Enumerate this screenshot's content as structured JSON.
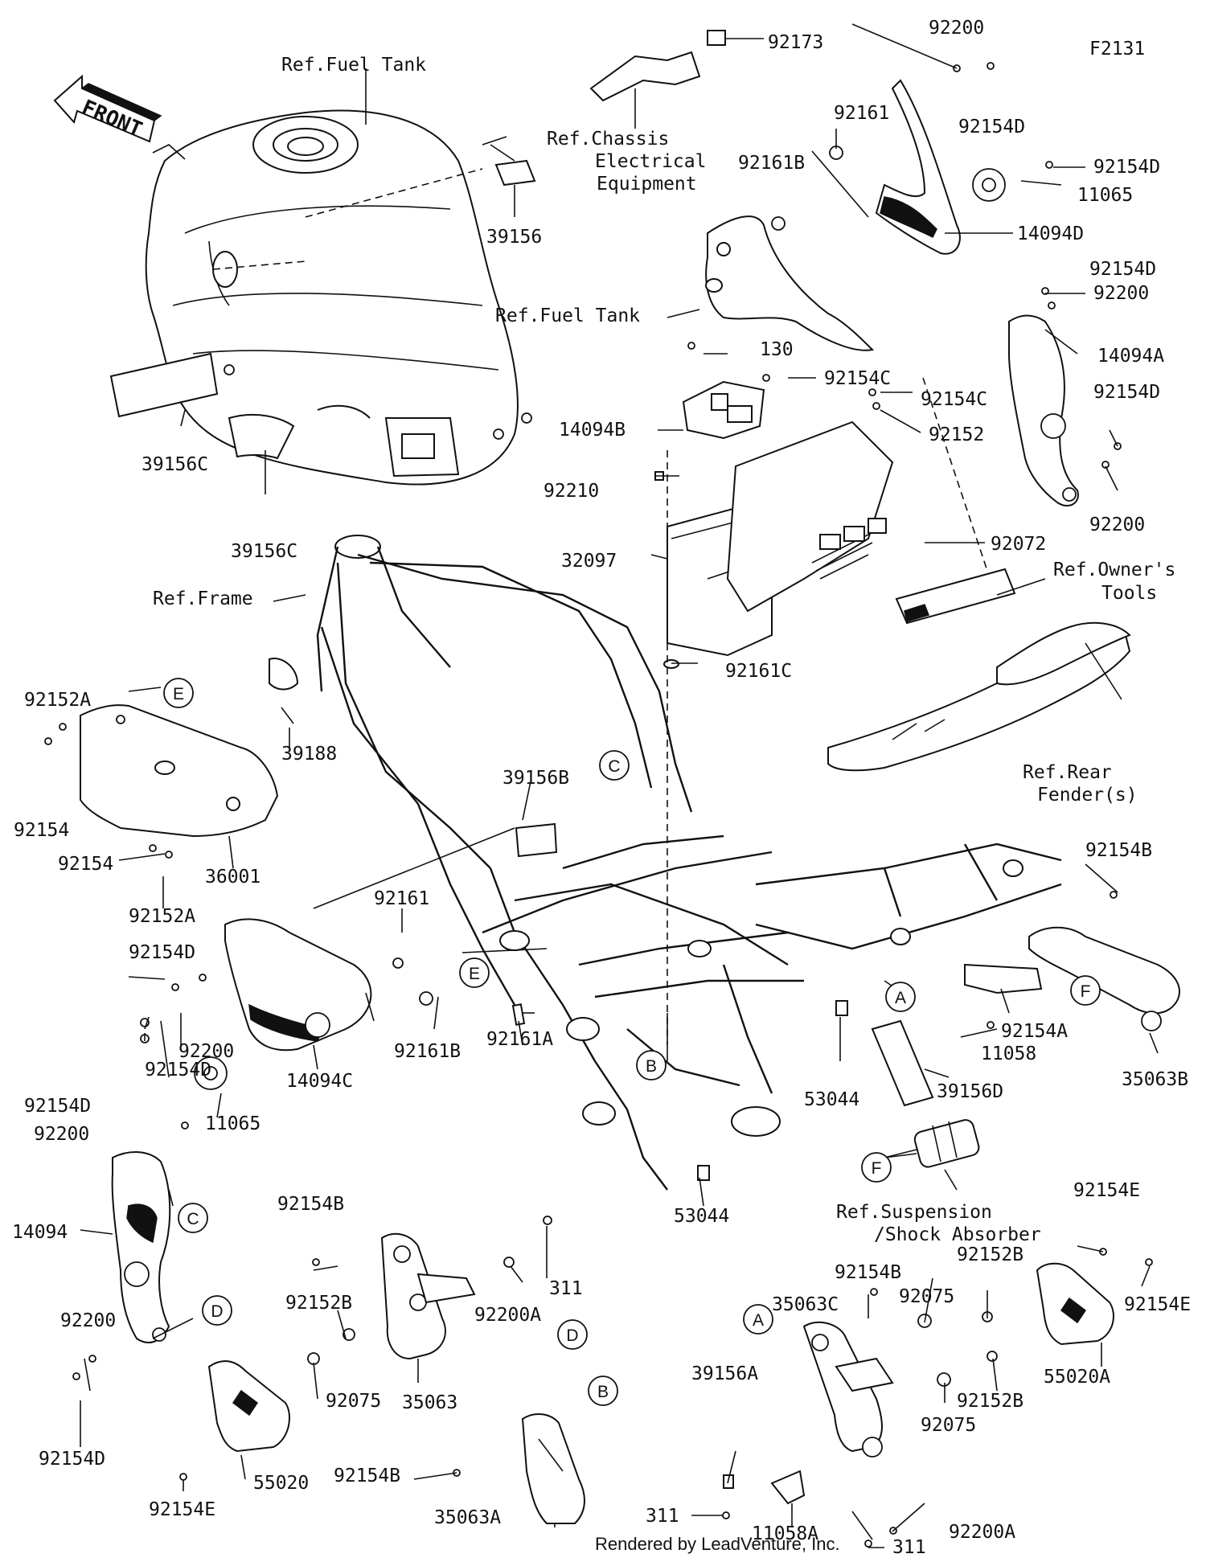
{
  "figure_code": "F2131",
  "front_arrow_label": "FRONT",
  "footer": "Rendered by LeadVenture, Inc.",
  "refs": {
    "fuel_tank_top": "Ref.Fuel Tank",
    "chassis_electrical_1": "Ref.Chassis",
    "chassis_electrical_2": "Electrical",
    "chassis_electrical_3": "Equipment",
    "fuel_tank_mid": "Ref.Fuel Tank",
    "owners_tools_1": "Ref.Owner's",
    "owners_tools_2": "Tools",
    "frame": "Ref.Frame",
    "rear_fender_1": "Ref.Rear",
    "rear_fender_2": "Fender(s)",
    "suspension_1": "Ref.Suspension",
    "suspension_2": "/Shock Absorber"
  },
  "parts": {
    "p92173": "92173",
    "p92200_top": "92200",
    "p92154D_top": "92154D",
    "p92161_top": "92161",
    "p92161B_top": "92161B",
    "p92154D_r1": "92154D",
    "p11065_top": "11065",
    "p14094D": "14094D",
    "p92154D_r2": "92154D",
    "p92200_r2": "92200",
    "p14094A": "14094A",
    "p92154D_r3": "92154D",
    "p92200_r3": "92200",
    "p39156": "39156",
    "p130": "130",
    "p92154C_a": "92154C",
    "p92154C_b": "92154C",
    "p92152": "92152",
    "p14094B": "14094B",
    "p92210": "92210",
    "p92072": "92072",
    "p32097": "32097",
    "p92161C": "92161C",
    "p39156C_a": "39156C",
    "p39156C_b": "39156C",
    "p39188": "39188",
    "p92152A_a": "92152A",
    "p92154_a": "92154",
    "p92154_b": "92154",
    "p92152A_b": "92152A",
    "p36001": "36001",
    "p39156B": "39156B",
    "p92161_mid": "92161",
    "p92154D_m1": "92154D",
    "p92200_m1": "92200",
    "p92161B_mid": "92161B",
    "p92154D_m2": "92154D",
    "p92154D_m3": "92154D",
    "p92200_m3": "92200",
    "p11065_mid": "11065",
    "p14094C": "14094C",
    "p14094": "14094",
    "p92200_l": "92200",
    "p92154D_l": "92154D",
    "p92161A": "92161A",
    "p53044_a": "53044",
    "p53044_b": "53044",
    "p39156D": "39156D",
    "p92154A": "92154A",
    "p11058": "11058",
    "p92154B_r": "92154B",
    "p35063B": "35063B",
    "p92154B_m": "92154B",
    "p311_a": "311",
    "p92200A_a": "92200A",
    "p92152B_a": "92152B",
    "p92075_a": "92075",
    "p35063": "35063",
    "p55020": "55020",
    "p92154E_a": "92154E",
    "p92154B_b": "92154B",
    "p35063A": "35063A",
    "p92154E_b": "92154E",
    "p92154B_c": "92154B",
    "p92152B_b": "92152B",
    "p35063C": "35063C",
    "p92075_b": "92075",
    "p92154E_c": "92154E",
    "p55020A": "55020A",
    "p92152B_c": "92152B",
    "p92075_c": "92075",
    "p39156A": "39156A",
    "p311_b": "311",
    "p11058A": "11058A",
    "p92200A_b": "92200A",
    "p311_c": "311"
  },
  "callouts": {
    "A": "A",
    "B": "B",
    "C": "C",
    "D": "D",
    "E": "E",
    "F": "F"
  }
}
